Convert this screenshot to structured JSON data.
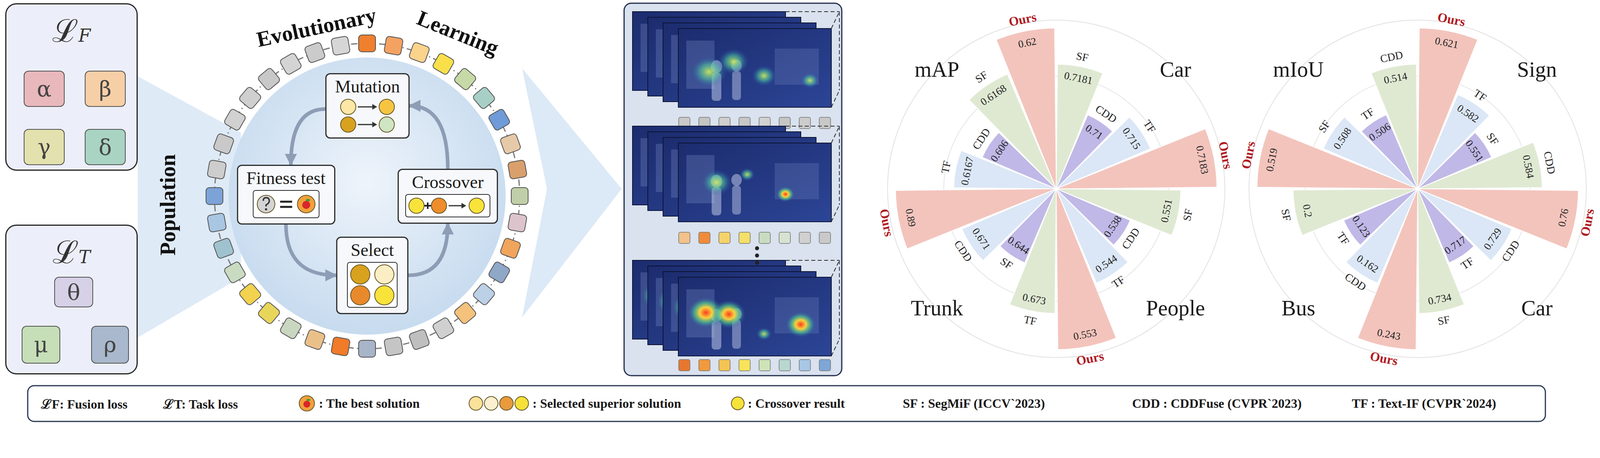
{
  "diagram": {
    "nodes": [
      {
        "text": [
          "ℒF"
        ]
      },
      {
        "text": [
          "α"
        ],
        "in": 0
      },
      {
        "text": [
          "β"
        ],
        "in": 0
      },
      {
        "text": [
          "γ"
        ],
        "in": 0
      },
      {
        "text": [
          "δ"
        ],
        "in": 0
      },
      {
        "text": [
          "ℒT"
        ]
      },
      {
        "text": [
          "θ"
        ],
        "in": 5
      },
      {
        "text": [
          "μ"
        ],
        "in": 5
      },
      {
        "text": [
          "ρ"
        ],
        "in": 5
      },
      {
        "text": [
          "Mutation"
        ]
      },
      {
        "text": [
          "Fitness test"
        ]
      },
      {
        "text": [
          "Crossover"
        ]
      },
      {
        "text": [
          "Select"
        ]
      }
    ],
    "edges": [
      {
        "from": 9,
        "to": 10,
        "arrow": "to"
      },
      {
        "from": 10,
        "to": 12,
        "arrow": "to"
      },
      {
        "from": 12,
        "to": 11,
        "arrow": "to"
      },
      {
        "from": 11,
        "to": 9,
        "arrow": "to"
      }
    ],
    "labels": [
      "Evolutionary",
      "Learning",
      "Population",
      "mAP",
      "Car",
      "Trunk",
      "People",
      "Ours",
      "0.62",
      "SF",
      "0.6168",
      "CDD",
      "0.606",
      "TF",
      "0.6167",
      "SF",
      "0.7181",
      "CDD",
      "0.71",
      "TF",
      "0.715",
      "Ours",
      "0.7183",
      "Ours",
      "0.89",
      "CDD",
      "0.671",
      "SF",
      "0.644",
      "TF",
      "0.673",
      "SF",
      "0.551",
      "CDD",
      "0.538",
      "TF",
      "0.544",
      "Ours",
      "0.553",
      "mIoU",
      "Sign",
      "Bus",
      "Car",
      "Ours",
      "0.519",
      "SF",
      "0.508",
      "TF",
      "0.506",
      "CDD",
      "0.514",
      "Ours",
      "0.621",
      "TF",
      "0.582",
      "SF",
      "0.551",
      "CDD",
      "0.584",
      "Ours",
      "0.76",
      "CDD",
      "0.729",
      "TF",
      "0.717",
      "SF",
      "0.734",
      "SF",
      "0.2",
      "TF",
      "0.123",
      "CDD",
      "0.162",
      "Ours",
      "0.243"
    ],
    "legend": [
      {
        "text": "ℒF: Fusion loss"
      },
      {
        "text": "ℒT: Task loss"
      },
      {
        "text": ": The best solution"
      },
      {
        "text": ": Selected superior solution"
      },
      {
        "text": ": Crossover result",
        "color": "#f7e23a"
      },
      {
        "text": "SF : SegMiF (ICCV`2023)"
      },
      {
        "text": "CDD : CDDFuse (CVPR`2023)"
      },
      {
        "text": "TF : Text-IF (CVPR`2024)"
      }
    ]
  }
}
